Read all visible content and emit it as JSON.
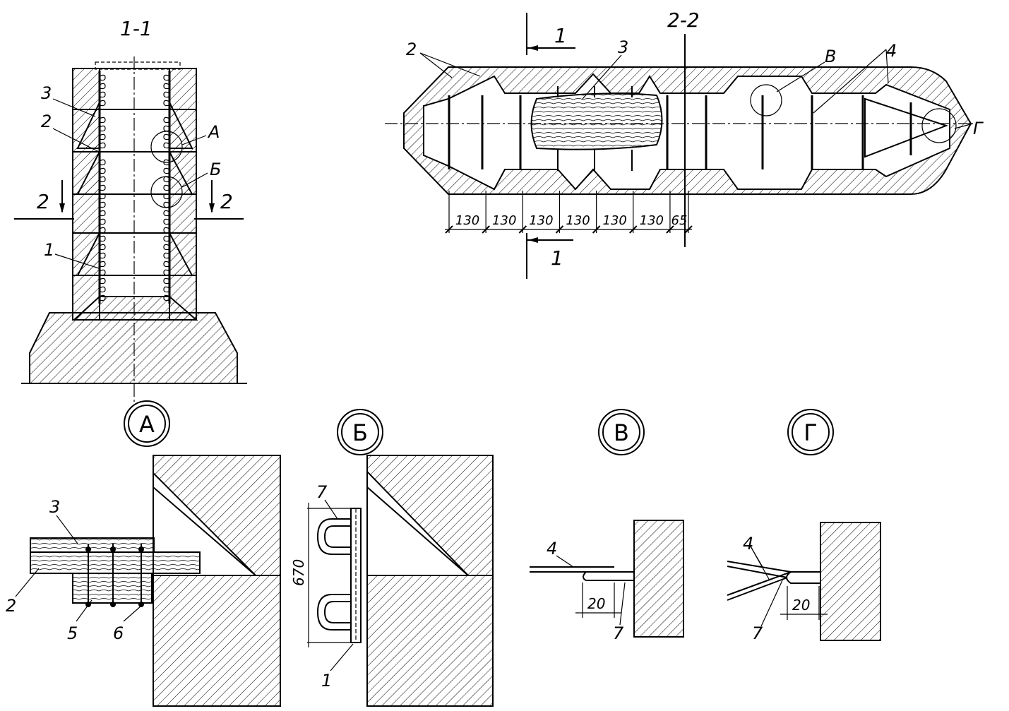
{
  "section_titles": {
    "sec11": "1-1",
    "sec22": "2-2"
  },
  "cut_marks": {
    "cut2_left": "2",
    "cut2_right": "2",
    "cut1_top": "1",
    "cut1_bottom": "1"
  },
  "callouts": {
    "num1": "1",
    "num2": "2",
    "num3": "3",
    "num4": "4",
    "num5": "5",
    "num6": "6",
    "num7": "7",
    "letA": "А",
    "letB": "Б",
    "letV": "В",
    "letG": "Г"
  },
  "dimensions": {
    "plan_spacing": [
      "130",
      "130",
      "130",
      "130",
      "130",
      "130",
      "65"
    ],
    "detail_b_height": "670",
    "detail_v_gap": "20",
    "detail_g_gap": "20"
  },
  "detail_labels": {
    "A": "А",
    "B": "Б",
    "V": "В",
    "G": "Г"
  }
}
